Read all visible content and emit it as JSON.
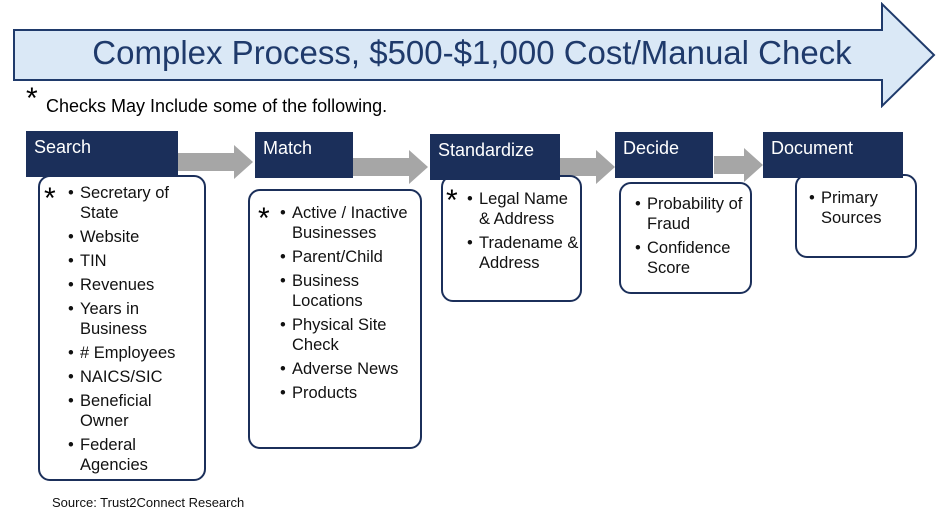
{
  "banner": {
    "title": "Complex Process, $500-$1,000 Cost/Manual Check"
  },
  "note": {
    "star": "*",
    "text": "Checks May Include some of the following."
  },
  "stages": [
    {
      "title": "Search",
      "star": "*",
      "items": [
        "Secretary of State",
        "Website",
        "TIN",
        "Revenues",
        "Years in Business",
        "# Employees",
        "NAICS/SIC",
        "Beneficial Owner",
        "Federal Agencies"
      ]
    },
    {
      "title": "Match",
      "star": "*",
      "items": [
        "Active / Inactive Businesses",
        "Parent/Child",
        "Business Locations",
        "Physical Site Check",
        "Adverse News",
        "Products"
      ]
    },
    {
      "title": "Standardize",
      "star": "*",
      "items": [
        "Legal Name & Address",
        "Tradename & Address"
      ]
    },
    {
      "title": "Decide",
      "star": "",
      "items": [
        "Probability of Fraud",
        "Confidence Score"
      ]
    },
    {
      "title": "Document",
      "star": "",
      "items": [
        "Primary Sources"
      ]
    }
  ],
  "source": "Source: Trust2Connect Research",
  "colors": {
    "banner_fill": "#dae8f6",
    "banner_stroke": "#1f3a6b",
    "header": "#1b2f5a",
    "arrow": "#a6a6a6"
  }
}
